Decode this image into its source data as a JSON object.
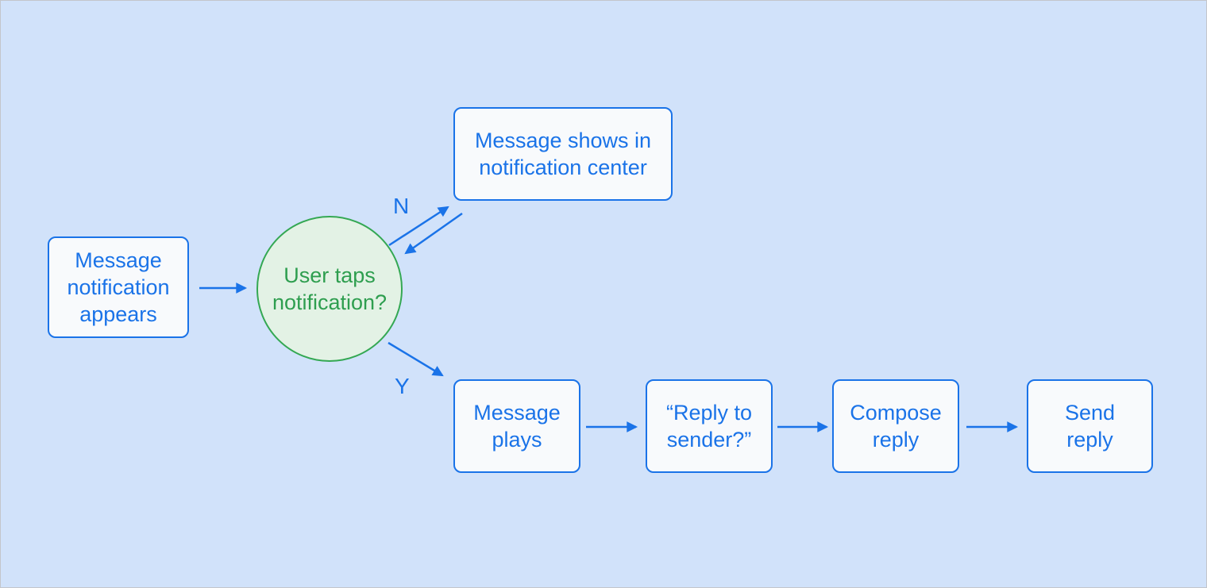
{
  "diagram": {
    "type": "flowchart",
    "colors": {
      "background": "#d1e2fa",
      "accent_blue": "#1a73e8",
      "accent_green": "#34a853",
      "process_fill": "#f8fafc",
      "decision_fill": "#e3f2e5"
    },
    "nodes": [
      {
        "id": "message-notification-appears",
        "type": "process",
        "label": "Message notification appears"
      },
      {
        "id": "user-taps-notification",
        "type": "decision",
        "label": "User taps notification?"
      },
      {
        "id": "message-shows-in-notification-center",
        "type": "process",
        "label": "Message shows in notification center"
      },
      {
        "id": "message-plays",
        "type": "process",
        "label": "Message plays"
      },
      {
        "id": "reply-to-sender",
        "type": "process",
        "label": "“Reply to sender?”"
      },
      {
        "id": "compose-reply",
        "type": "process",
        "label": "Compose reply"
      },
      {
        "id": "send-reply",
        "type": "process",
        "label": "Send reply"
      }
    ],
    "edges": [
      {
        "from": "message-notification-appears",
        "to": "user-taps-notification",
        "label": ""
      },
      {
        "from": "user-taps-notification",
        "to": "message-shows-in-notification-center",
        "label": "N"
      },
      {
        "from": "message-shows-in-notification-center",
        "to": "user-taps-notification",
        "label": ""
      },
      {
        "from": "user-taps-notification",
        "to": "message-plays",
        "label": "Y"
      },
      {
        "from": "message-plays",
        "to": "reply-to-sender",
        "label": ""
      },
      {
        "from": "reply-to-sender",
        "to": "compose-reply",
        "label": ""
      },
      {
        "from": "compose-reply",
        "to": "send-reply",
        "label": ""
      }
    ]
  }
}
